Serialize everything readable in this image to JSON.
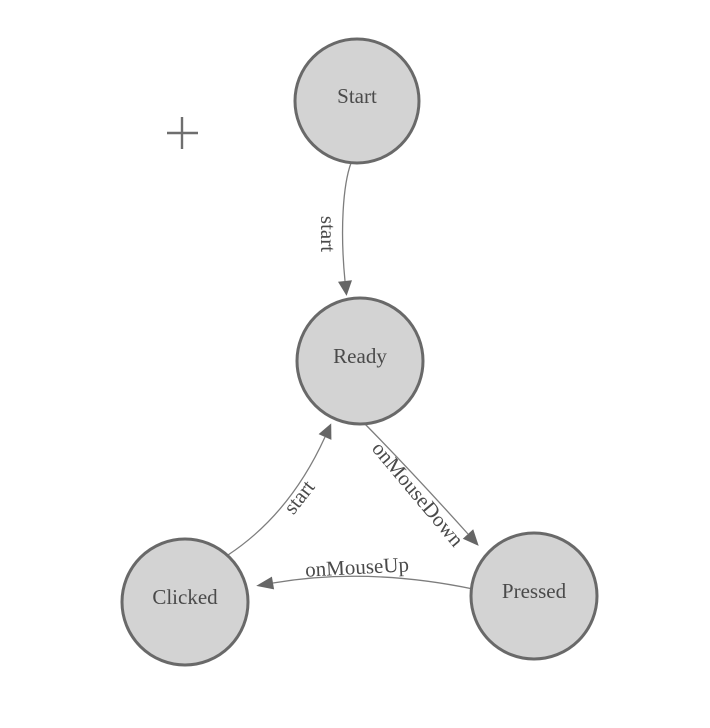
{
  "diagram": {
    "type": "state-machine",
    "nodes": {
      "start": {
        "label": "Start"
      },
      "ready": {
        "label": "Ready"
      },
      "clicked": {
        "label": "Clicked"
      },
      "pressed": {
        "label": "Pressed"
      }
    },
    "edges": {
      "start_to_ready": {
        "label": "start",
        "from": "Start",
        "to": "Ready"
      },
      "clicked_to_ready": {
        "label": "start",
        "from": "Clicked",
        "to": "Ready"
      },
      "ready_to_pressed": {
        "label": "onMouseDown",
        "from": "Ready",
        "to": "Pressed"
      },
      "pressed_to_clicked": {
        "label": "onMouseUp",
        "from": "Pressed",
        "to": "Clicked"
      }
    }
  },
  "colors": {
    "node_fill": "#d3d3d3",
    "node_border": "#696969",
    "edge_line": "#7d7d7d",
    "arrow_fill": "#666666",
    "label_text": "#4a4a4a",
    "crosshair": "#6e6e6e",
    "canvas_bg": "#ffffff"
  }
}
